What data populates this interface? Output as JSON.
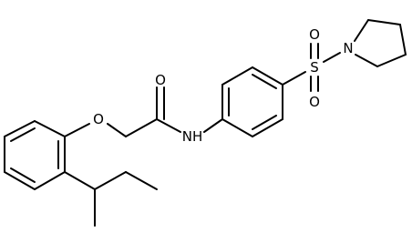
{
  "molecule": {
    "atom_labels": {
      "ether_oxygen": "O",
      "carbonyl_oxygen": "O",
      "amide_nitrogen": "NH",
      "sulfur": "S",
      "sulfonyl_oxygen_top": "O",
      "sulfonyl_oxygen_bottom": "O",
      "pyrrolidine_nitrogen": "N"
    }
  }
}
